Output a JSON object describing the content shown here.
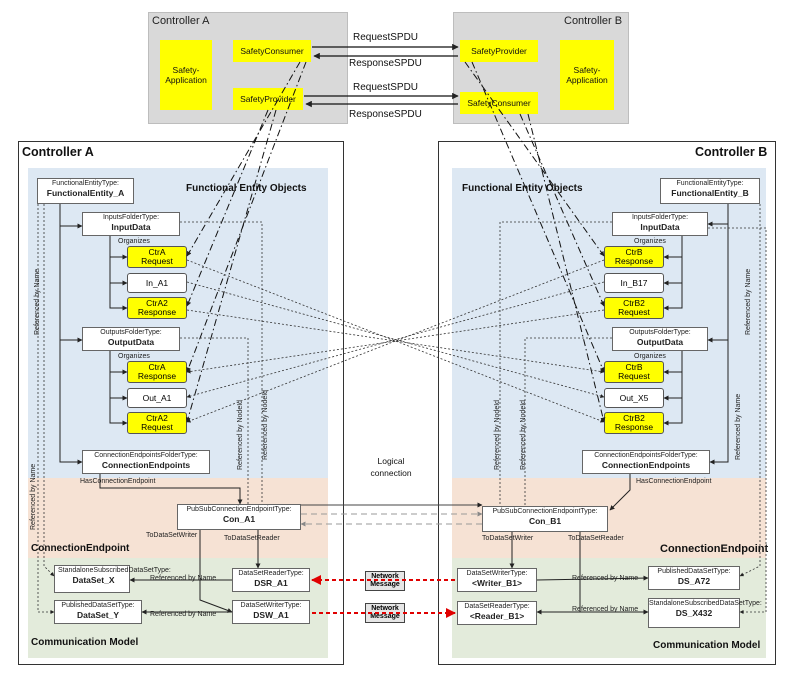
{
  "top": {
    "ctrl_a": {
      "title": "Controller A",
      "safety_app": "Safety-Application",
      "consumer": "SafetyConsumer",
      "provider": "SafetyProvider"
    },
    "ctrl_b": {
      "title": "Controller B",
      "safety_app": "Safety-Application",
      "provider": "SafetyProvider",
      "consumer": "SafetyConsumer"
    },
    "arrows": {
      "request1": "RequestSPDU",
      "response1": "ResponseSPDU",
      "request2": "RequestSPDU",
      "response2": "ResponseSPDU"
    }
  },
  "left": {
    "title": "Controller A",
    "feo_title": "Functional Entity Objects",
    "fe_type": "FunctionalEntityType:",
    "fe_name": "FunctionalEntity_A",
    "in_type": "InputsFolderType:",
    "in_name": "InputData",
    "organizes1": "Organizes",
    "in_nodes": [
      [
        "CtrA",
        "Request"
      ],
      [
        "In_A1"
      ],
      [
        "CtrA2",
        "Response"
      ]
    ],
    "out_type": "OutputsFolderType:",
    "out_name": "OutputData",
    "organizes2": "Organizes",
    "out_nodes": [
      [
        "CtrA",
        "Response"
      ],
      [
        "Out_A1"
      ],
      [
        "CtrA2",
        "Request"
      ]
    ],
    "ce_type": "ConnectionEndpointsFolderType:",
    "ce_name": "ConnectionEndpoints",
    "has_ce": "HasConnectionEndpoint",
    "ref_nodeid_1": "Referenced by NodeId",
    "ref_nodeid_2": "Referenced by NodeId",
    "ref_name_1": "Referenced by Name",
    "ref_name_2": "Referenced by Name",
    "ce_zone": "ConnectionEndpoint",
    "pubsub_type": "PubSubConnectionEndpointType:",
    "pubsub_name": "Con_A1",
    "to_writer": "ToDataSetWriter",
    "to_reader": "ToDataSetReader",
    "ds_x_type": "StandaloneSubscribedDataSetType:",
    "ds_x_name": "DataSet_X",
    "ds_y_type": "PublishedDataSetType:",
    "ds_y_name": "DataSet_Y",
    "dsr_type": "DataSetReaderType:",
    "dsr_name": "DSR_A1",
    "dsw_type": "DataSetWriterType:",
    "dsw_name": "DSW_A1",
    "ref_by_name_a": "Referenced by Name",
    "ref_by_name_b": "Referenced by Name",
    "comm_zone": "Communication Model"
  },
  "right": {
    "title": "Controller B",
    "feo_title": "Functional Entity Objects",
    "fe_type": "FunctionalEntityType:",
    "fe_name": "FunctionalEntity_B",
    "in_type": "InputsFolderType:",
    "in_name": "InputData",
    "organizes1": "Organizes",
    "in_nodes": [
      [
        "CtrB",
        "Response"
      ],
      [
        "In_B17"
      ],
      [
        "CtrB2",
        "Request"
      ]
    ],
    "out_type": "OutputsFolderType:",
    "out_name": "OutputData",
    "organizes2": "Organizes",
    "out_nodes": [
      [
        "CtrB",
        "Request"
      ],
      [
        "Out_X5"
      ],
      [
        "CtrB2",
        "Response"
      ]
    ],
    "ce_type": "ConnectionEndpointsFolderType:",
    "ce_name": "ConnectionEndpoints",
    "has_ce": "HasConnectionEndpoint",
    "ref_nodeid_1": "Referenced by NodeId",
    "ref_nodeid_2": "Referenced by NodeId",
    "ref_name_1": "Referenced by Name",
    "ref_name_2": "Referenced by Name",
    "ce_zone": "ConnectionEndpoint",
    "pubsub_type": "PubSubConnectionEndpointType:",
    "pubsub_name": "Con_B1",
    "to_writer": "ToDataSetWriter",
    "to_reader": "ToDataSetReader",
    "dsw_type": "DataSetWriterType:",
    "dsw_name": "<Writer_B1>",
    "dsr_type": "DataSetReaderType:",
    "dsr_name": "<Reader_B1>",
    "ds_72_type": "PublishedDataSetType:",
    "ds_72_name": "DS_A72",
    "ds_432_type": "StandaloneSubscribedDataSetType:",
    "ds_432_name": "DS_X432",
    "ref_by_name_a": "Referenced by Name",
    "ref_by_name_b": "Referenced by Name",
    "comm_zone": "Communication Model"
  },
  "middle": {
    "logical": "Logical connection",
    "msg1": "Network Message",
    "msg2": "Network Message"
  },
  "colors": {
    "yellow": "#ffff00",
    "red_link": "#e00000",
    "blue_zone": "#dde8f3",
    "orange_zone": "#f6e2d4",
    "green_zone": "#e3ebdb"
  }
}
